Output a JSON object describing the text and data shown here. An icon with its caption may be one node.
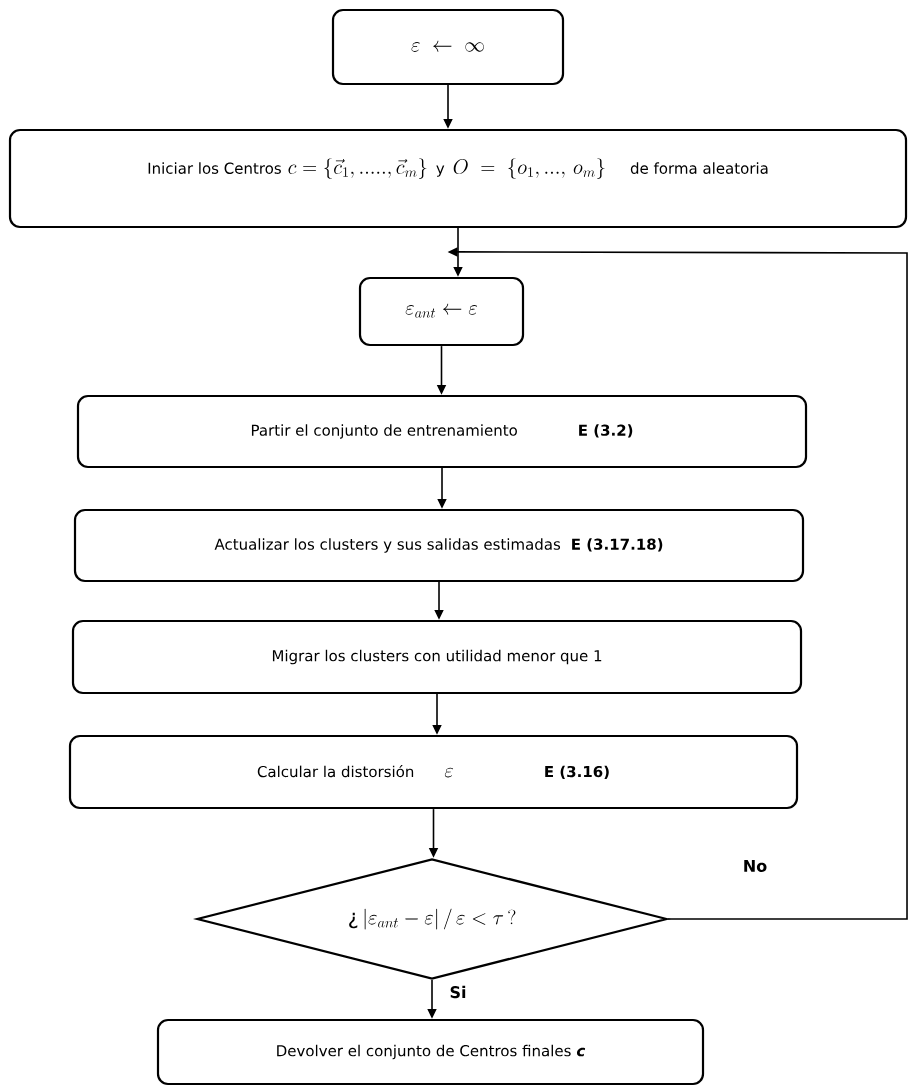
{
  "diagram": {
    "nodes": [
      {
        "text": [
          "\\varepsilon \\;\\leftarrow\\; \\infty"
        ]
      },
      {
        "text": [
          "Iniciar los Centros",
          "c=\\left\\{\\vec{c}_1,.....,\\vec{c}_m\\right\\}",
          "y",
          "O\\;=\\;\\left\\{o_1,...,\\,o_m\\right\\}",
          "de forma aleatoria"
        ]
      },
      {
        "text": [
          "\\varepsilon_{ant}\\leftarrow\\varepsilon"
        ]
      },
      {
        "text": [
          "Partir el conjunto de entrenamiento",
          "E (3.2)"
        ]
      },
      {
        "text": [
          "Actualizar los clusters y sus salidas estimadas",
          "E (3.17.18)"
        ]
      },
      {
        "text": [
          "Migrar los clusters con utilidad menor que 1"
        ]
      },
      {
        "text": [
          "Calcular la distorsión",
          "\\varepsilon",
          "E (3.16)"
        ]
      },
      {
        "text": [
          "\\mbox{¿}\\left|\\varepsilon_{ant}-\\varepsilon\\right|/\\,\\varepsilon<\\tau\\,?"
        ]
      },
      {
        "text": [
          "Devolver el conjunto de Centros finales",
          "c"
        ]
      }
    ],
    "edges": [
      {
        "from": 0,
        "to": 1,
        "arrow": "to"
      },
      {
        "from": 1,
        "to": 2,
        "arrow": "to"
      },
      {
        "from": 2,
        "to": 3,
        "arrow": "to"
      },
      {
        "from": 3,
        "to": 4,
        "arrow": "to"
      },
      {
        "from": 4,
        "to": 5,
        "arrow": "to"
      },
      {
        "from": 5,
        "to": 6,
        "arrow": "to"
      },
      {
        "from": 6,
        "to": 7,
        "arrow": "to"
      },
      {
        "from": 7,
        "to": 8,
        "arrow": "to",
        "label": "Si"
      },
      {
        "from": 7,
        "to": 2,
        "arrow": "to",
        "label": "No"
      }
    ]
  }
}
